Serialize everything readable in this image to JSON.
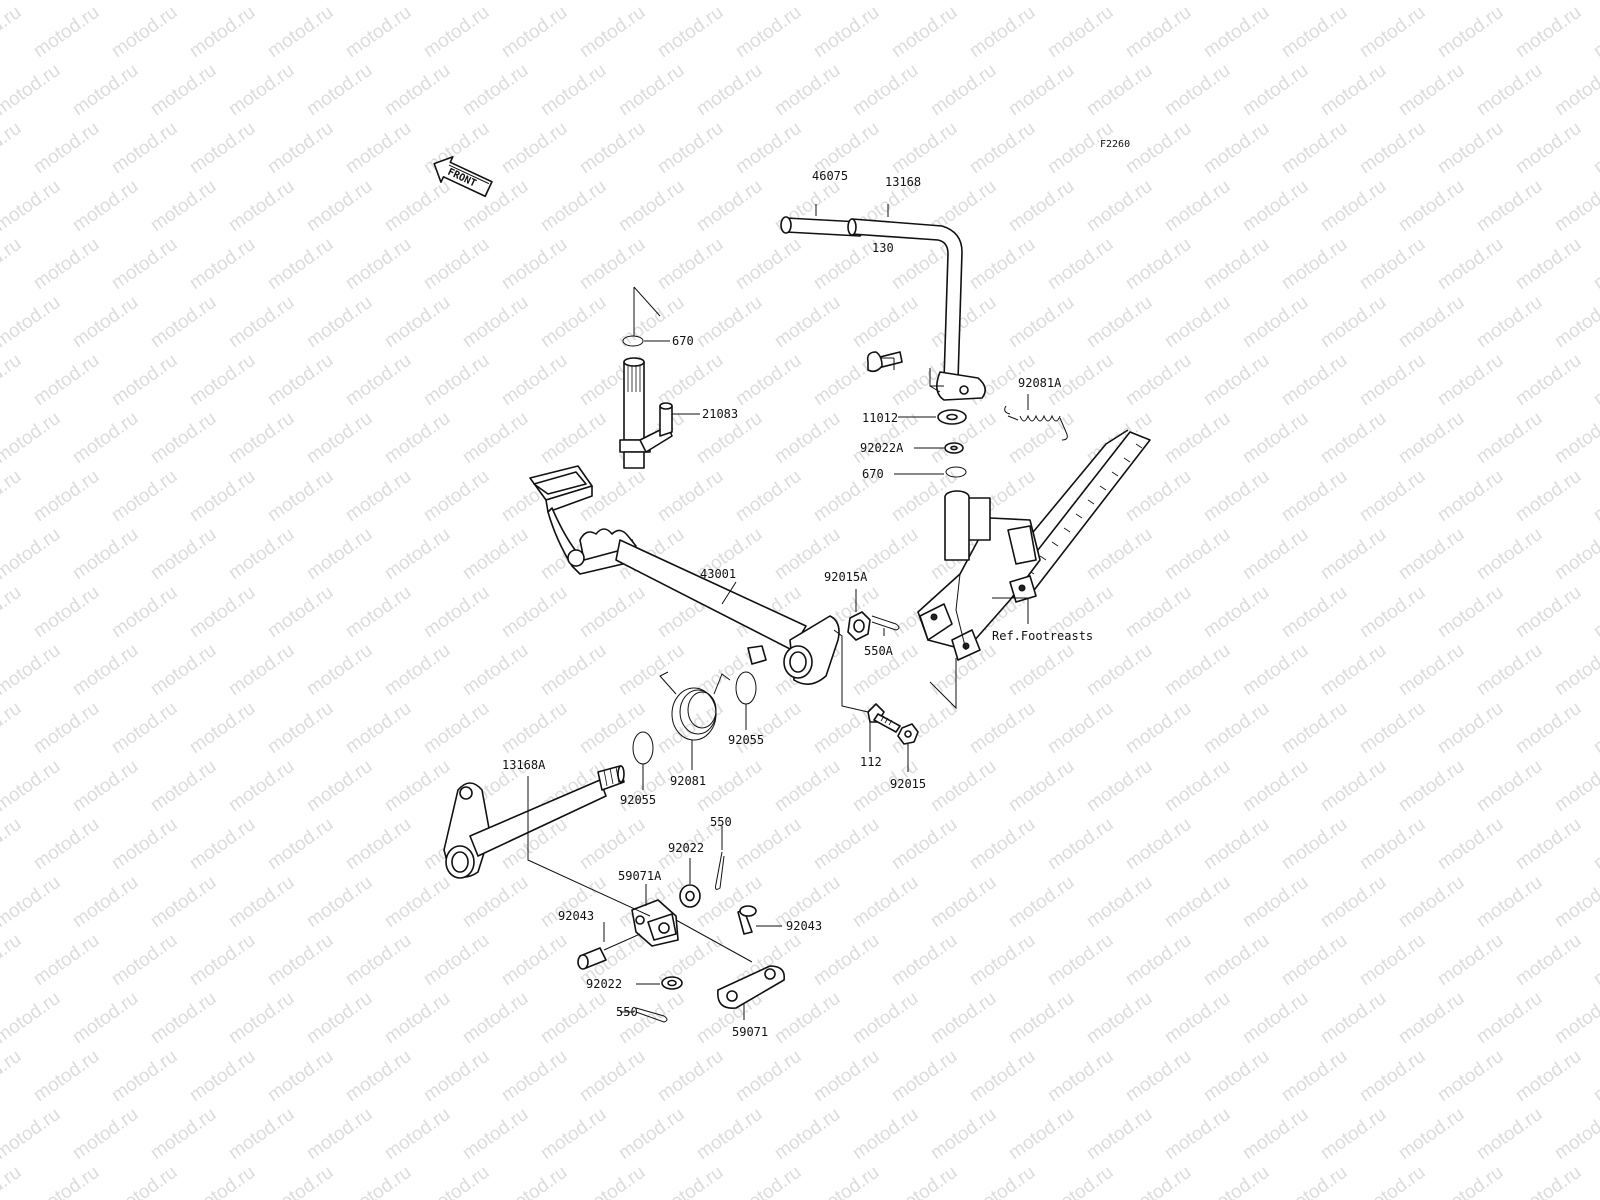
{
  "figure_code": "F2260",
  "front_label": "FRONT",
  "watermark": "motod.ru",
  "reference_note": "Ref.Footreasts",
  "parts": {
    "p46075": "46075",
    "p13168": "13168",
    "p130": "130",
    "p92081A": "92081A",
    "p11012": "11012",
    "p92022A": "92022A",
    "p670b": "670",
    "p670a": "670",
    "p21083": "21083",
    "p43001": "43001",
    "p92015A": "92015A",
    "p550A": "550A",
    "p92055a": "92055",
    "p92081": "92081",
    "p112": "112",
    "p92015": "92015",
    "p13168A": "13168A",
    "p92055b": "92055",
    "p550a": "550",
    "p92022a": "92022",
    "p59071A": "59071A",
    "p92043a": "92043",
    "p92043b": "92043",
    "p92022b": "92022",
    "p550b": "550",
    "p59071": "59071"
  }
}
